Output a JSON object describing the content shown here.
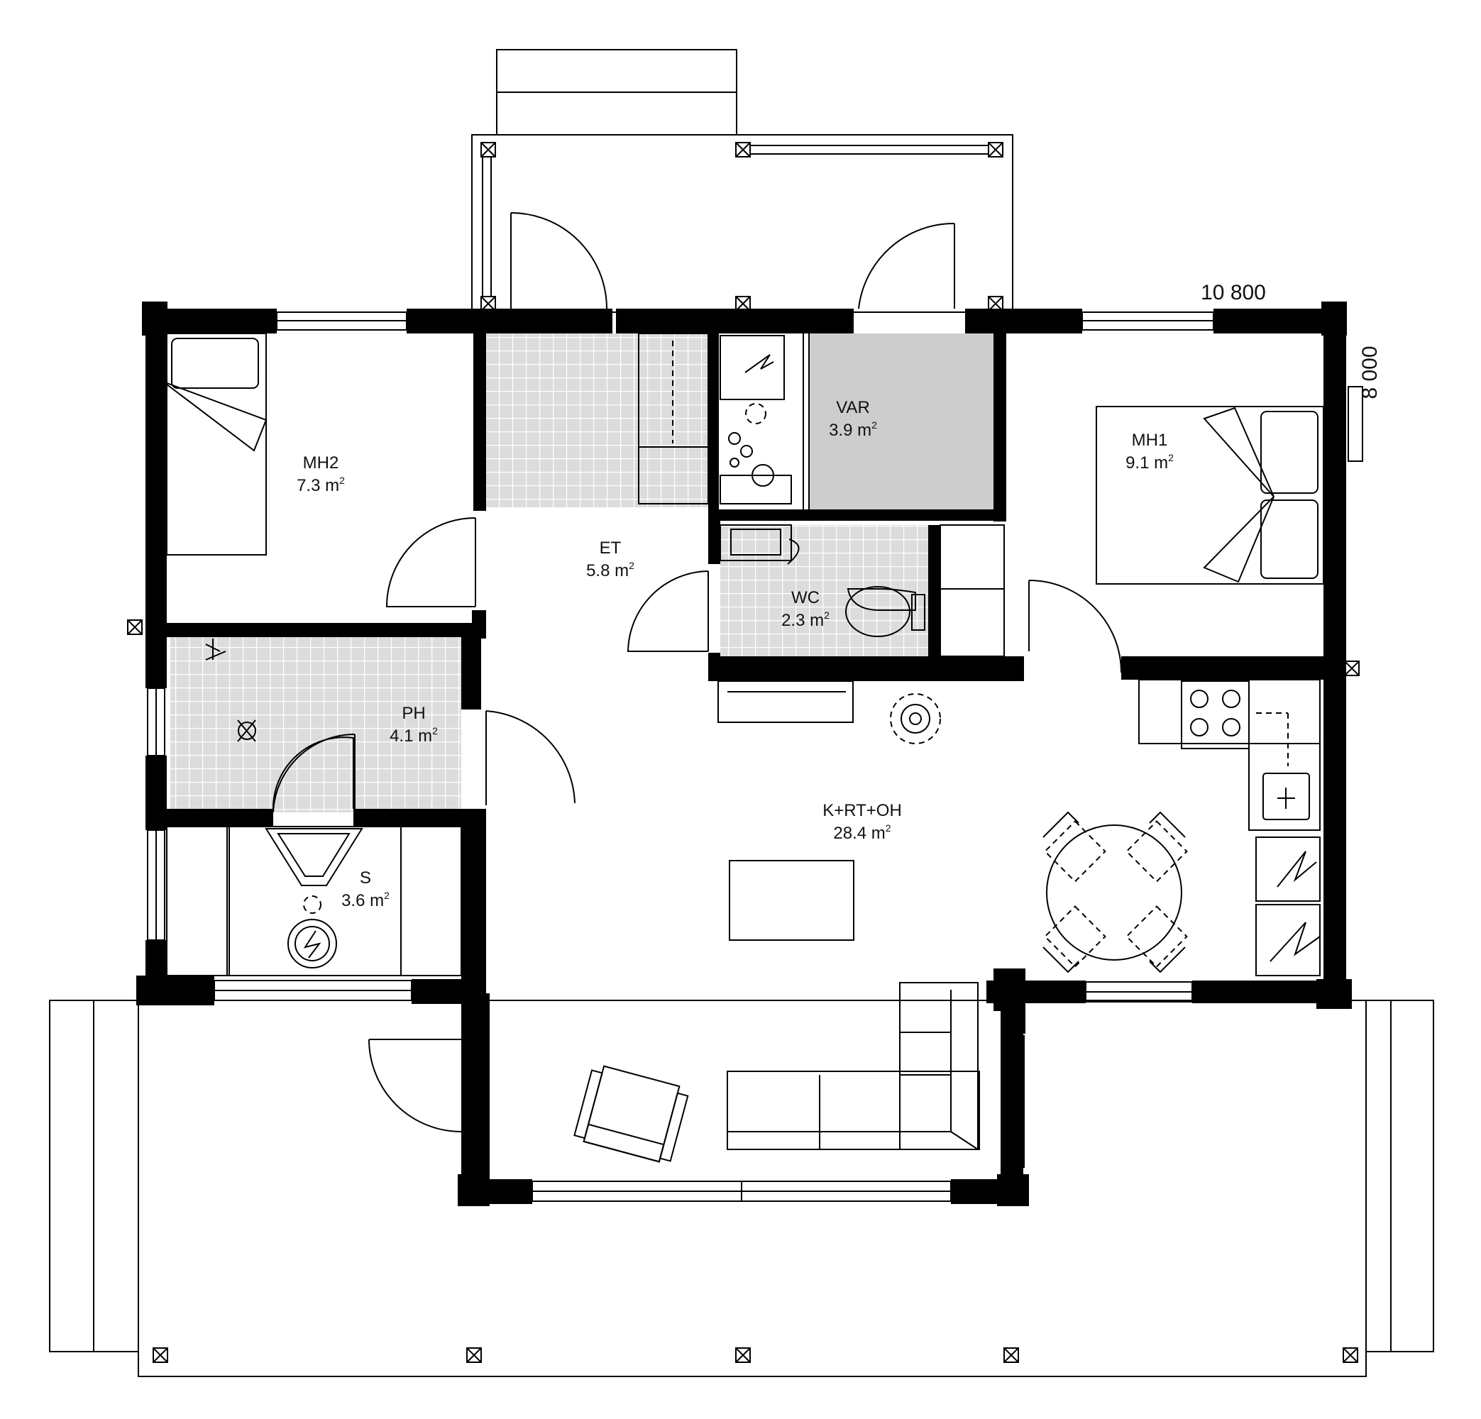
{
  "dimensions": {
    "width_label": "10 800",
    "depth_label": "8 000"
  },
  "rooms": {
    "mh2": {
      "name": "MH2",
      "area_value": "7.3 m",
      "area_sup": "2"
    },
    "et": {
      "name": "ET",
      "area_value": "5.8 m",
      "area_sup": "2"
    },
    "var": {
      "name": "VAR",
      "area_value": "3.9 m",
      "area_sup": "2"
    },
    "mh1": {
      "name": "MH1",
      "area_value": "9.1 m",
      "area_sup": "2"
    },
    "wc": {
      "name": "WC",
      "area_value": "2.3 m",
      "area_sup": "2"
    },
    "ph": {
      "name": "PH",
      "area_value": "4.1 m",
      "area_sup": "2"
    },
    "s": {
      "name": "S",
      "area_value": "3.6 m",
      "area_sup": "2"
    },
    "living": {
      "name": "K+RT+OH",
      "area_value": "28.4 m",
      "area_sup": "2"
    }
  },
  "colors": {
    "wall": "#000000",
    "tile_fill": "#dcdcdc",
    "tile_grid": "#ffffff",
    "storage_fill": "#cdcdcd"
  }
}
